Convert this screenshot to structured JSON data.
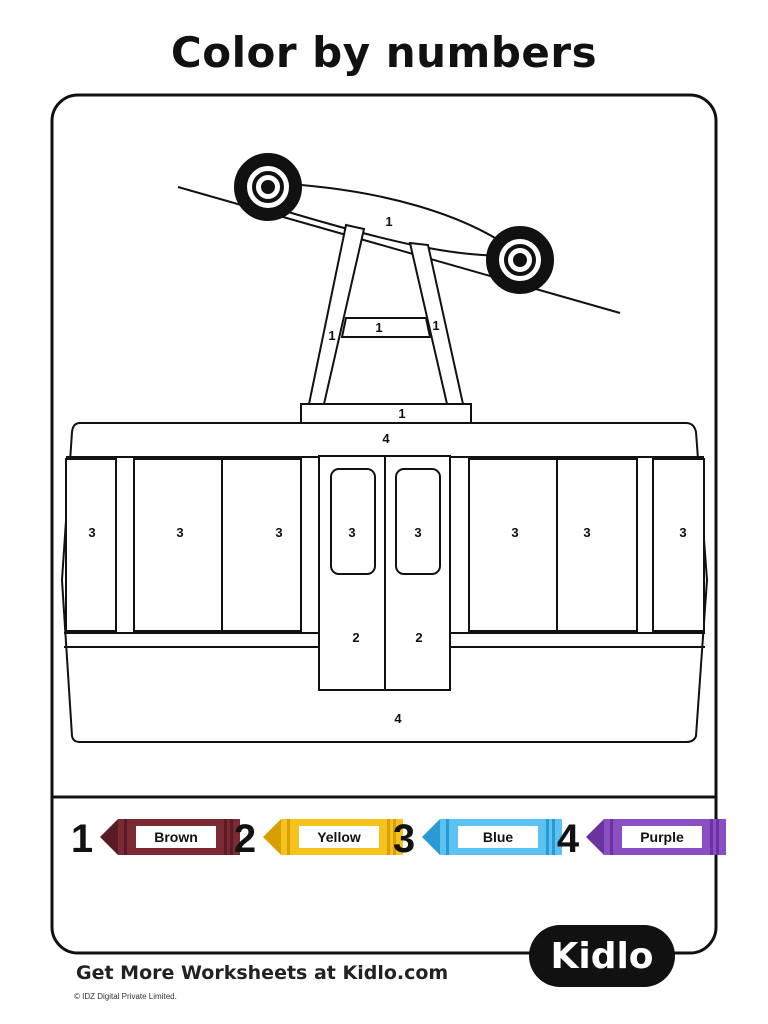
{
  "title": "Color by numbers",
  "region_numbers": {
    "cable_arm": "1",
    "left_leg": "1",
    "right_leg": "1",
    "crossbar": "1",
    "mount_plate": "1",
    "roof": "4",
    "body_bottom": "4",
    "window_far_left": "3",
    "window_left_a": "3",
    "window_left_b": "3",
    "door_window_left": "3",
    "door_window_right": "3",
    "window_right_a": "3",
    "window_right_b": "3",
    "window_far_right": "3",
    "door_left": "2",
    "door_right": "2"
  },
  "legend": [
    {
      "number": "1",
      "label": "Brown",
      "color": "#7b2a33",
      "dark": "#5a1c24"
    },
    {
      "number": "2",
      "label": "Yellow",
      "color": "#f6c21c",
      "dark": "#d79f06"
    },
    {
      "number": "3",
      "label": "Blue",
      "color": "#5cc2f2",
      "dark": "#2a9ad6"
    },
    {
      "number": "4",
      "label": "Purple",
      "color": "#8a4fc2",
      "dark": "#6a33a0"
    }
  ],
  "footer": {
    "cta": "Get More Worksheets at Kidlo.com",
    "copyright": "© IDZ Digital Private Limited."
  },
  "brand": {
    "logo_text": "Kidlo"
  }
}
